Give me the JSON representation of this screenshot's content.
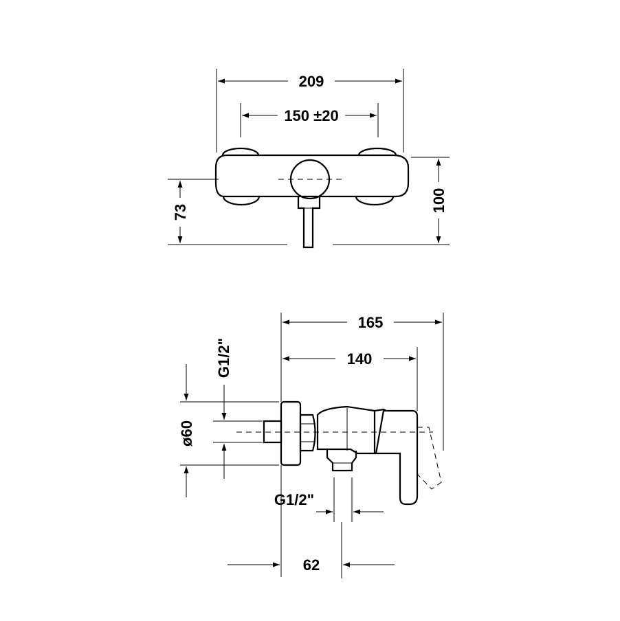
{
  "top_view": {
    "width_total": "209",
    "wall_spacing": "150 ±20",
    "height_total": "100",
    "axis_height": "73"
  },
  "side_view": {
    "depth_total": "165",
    "depth_body": "140",
    "rosette_diameter": "ø60",
    "inlet_thread": "G1/2\"",
    "outlet_thread": "G1/2\"",
    "outlet_offset": "62"
  }
}
